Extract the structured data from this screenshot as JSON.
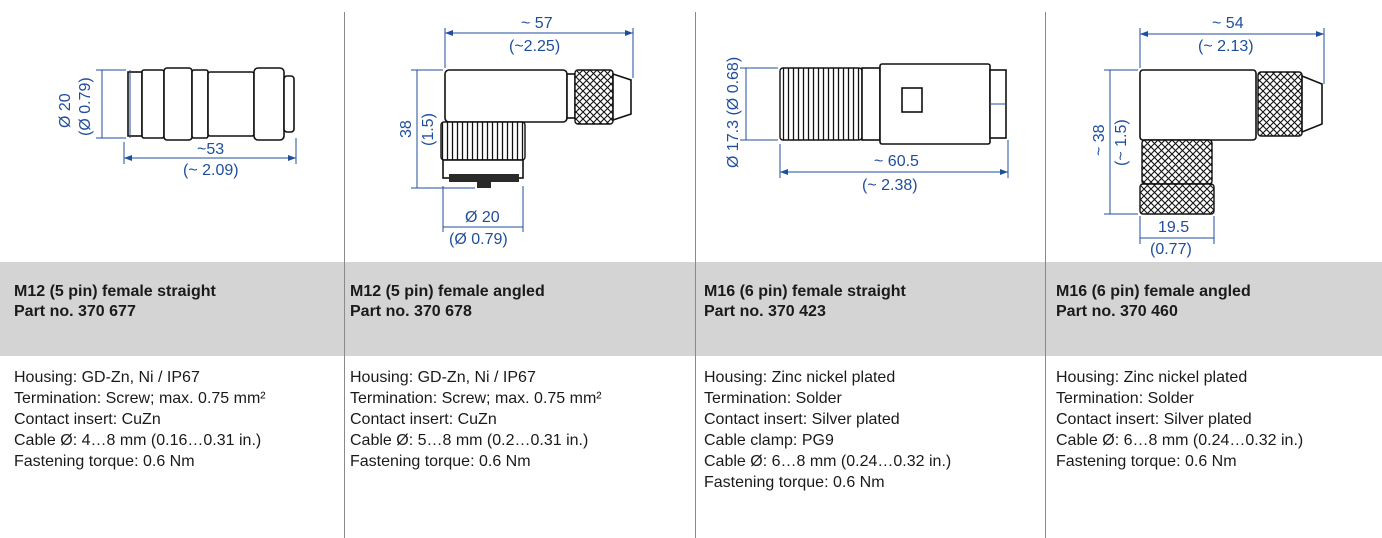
{
  "products": [
    {
      "title": "M12 (5 pin) female straight",
      "part": "Part no. 370 677",
      "specs": [
        "Housing: GD-Zn, Ni / IP67",
        "Termination: Screw; max. 0.75 mm²",
        "Contact insert: CuZn",
        "Cable Ø: 4…8 mm (0.16…0.31 in.)",
        "Fastening torque: 0.6 Nm"
      ],
      "dims": {
        "d1": "Ø 20",
        "d1_in": "(Ø 0.79)",
        "len": "~53",
        "len_in": "(~ 2.09)"
      }
    },
    {
      "title": "M12 (5 pin) female angled",
      "part": "Part no. 370 678",
      "specs": [
        "Housing: GD-Zn, Ni / IP67",
        "Termination: Screw; max. 0.75 mm²",
        "Contact insert: CuZn",
        "Cable Ø: 5…8 mm (0.2…0.31 in.)",
        "Fastening torque: 0.6 Nm"
      ],
      "dims": {
        "len": "~ 57",
        "len_in": "(~2.25)",
        "h": "38",
        "h_in": "(1.5)",
        "d": "Ø 20",
        "d_in": "(Ø 0.79)"
      }
    },
    {
      "title": "M16 (6 pin) female straight",
      "part": "Part no. 370 423",
      "specs": [
        "Housing: Zinc nickel plated",
        "Termination: Solder",
        "Contact insert: Silver plated",
        "Cable clamp: PG9",
        "Cable Ø: 6…8 mm (0.24…0.32 in.)",
        "Fastening torque: 0.6 Nm"
      ],
      "dims": {
        "d": "Ø 17.3 (Ø 0.68)",
        "len": "~ 60.5",
        "len_in": "(~ 2.38)"
      }
    },
    {
      "title": "M16 (6 pin) female angled",
      "part": "Part no. 370 460",
      "specs": [
        "Housing: Zinc nickel plated",
        "Termination: Solder",
        "Contact insert: Silver plated",
        "Cable Ø: 6…8 mm (0.24…0.32 in.)",
        "Fastening torque: 0.6 Nm"
      ],
      "dims": {
        "len": "~ 54",
        "len_in": "(~ 2.13)",
        "h": "~ 38",
        "h_in": "(~ 1.5)",
        "w": "19.5",
        "w_in": "(0.77)"
      }
    }
  ]
}
